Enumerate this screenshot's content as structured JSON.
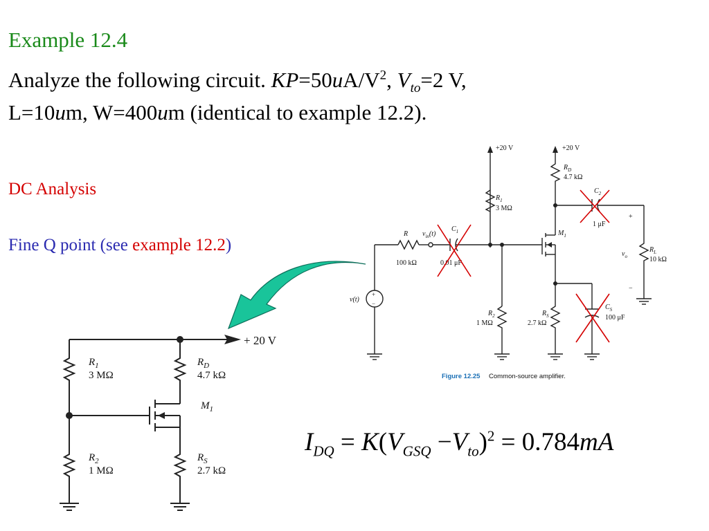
{
  "slide": {
    "title": "Example 12.4",
    "line1": {
      "t1": "Analyze the following circuit. ",
      "kp": "KP",
      "t2": "=50",
      "u1": "u",
      "t3": "A/V",
      "sup": "2",
      "t4": ", ",
      "v": "V",
      "vsub": "to",
      "t5": "=2 V,"
    },
    "line2": {
      "t1": "L=10",
      "u1": "u",
      "t2": "m, W=400",
      "u2": "u",
      "t3": "m (identical to example 12.2)."
    },
    "dc_label": "DC Analysis",
    "fine": {
      "t1": "Fine Q point (see ",
      "link": "example 12.2",
      "t2": ")"
    },
    "equation": {
      "I": "I",
      "Isub": "DQ",
      "eq1": "=",
      "K": "K",
      "open": "(",
      "V1": "V",
      "V1sub": "GSQ",
      "minus": "−",
      "V2": "V",
      "V2sub": "to",
      "close": ")",
      "sup": "2",
      "eq2": "=",
      "val": "0.784",
      "unit": "mA"
    }
  },
  "figure_ac": {
    "vdd1": "+20 V",
    "vdd2": "+20 V",
    "r_src": "R",
    "r_src_val": "100 kΩ",
    "vin": "v",
    "vin_sub": "in",
    "vin_t": "(t)",
    "c1": "C",
    "c1_sub": "1",
    "c1_val": "0.01 μF",
    "r1": "R",
    "r1_sub": "1",
    "r1_val": "3 MΩ",
    "r2": "R",
    "r2_sub": "2",
    "r2_val": "1 MΩ",
    "rd": "R",
    "rd_sub": "D",
    "rd_val": "4.7 kΩ",
    "rs": "R",
    "rs_sub": "S",
    "rs_val": "2.7 kΩ",
    "c2": "C",
    "c2_sub": "2",
    "c2_val": "1 μF",
    "cs": "C",
    "cs_sub": "S",
    "cs_val": "100 μF",
    "m1": "M",
    "m1_sub": "1",
    "rl": "R",
    "rl_sub": "L",
    "rl_val": "10 kΩ",
    "vo": "v",
    "vo_sub": "o",
    "plus": "+",
    "minus": "−",
    "vt": "v(t)",
    "src_plus": "+",
    "src_minus": "−",
    "caption_fig": "Figure 12.25",
    "caption_text": "Common-source amplifier."
  },
  "figure_dc": {
    "vdd": "+ 20 V",
    "r1": "R",
    "r1_sub": "1",
    "r1_val": "3 MΩ",
    "r2": "R",
    "r2_sub": "2",
    "r2_val": "1 MΩ",
    "rd": "R",
    "rd_sub": "D",
    "rd_val": "4.7 kΩ",
    "rs": "R",
    "rs_sub": "S",
    "rs_val": "2.7 kΩ",
    "m1": "M",
    "m1_sub": "1"
  },
  "colors": {
    "title": "#1a8a1a",
    "red": "#d40000",
    "blue": "#2b2bb0",
    "arrow": "#19c49a",
    "caption": "#1a6fb5"
  }
}
